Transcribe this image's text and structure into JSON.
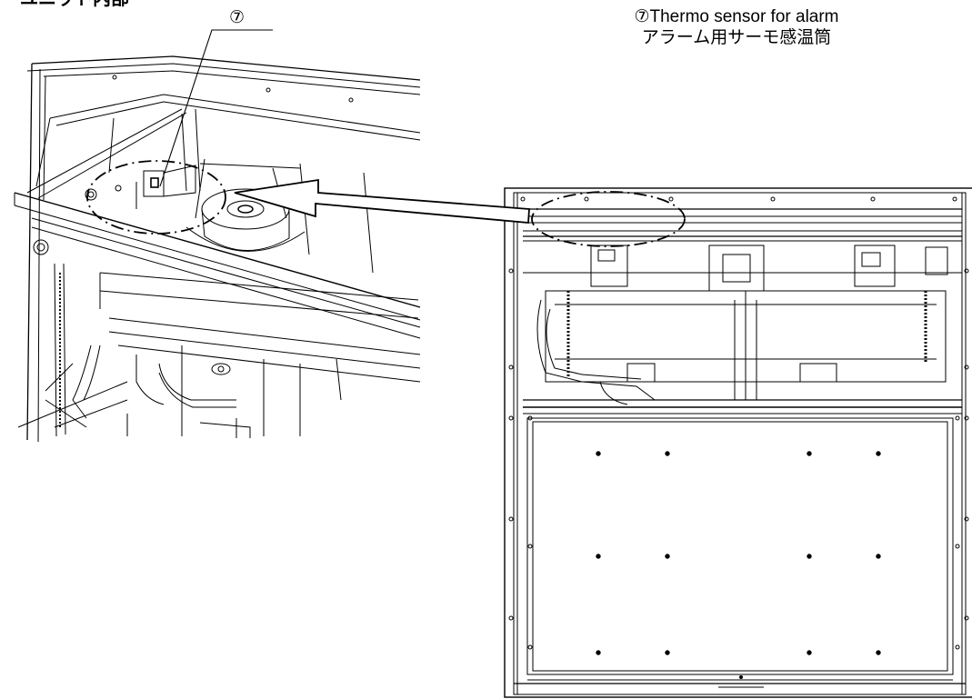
{
  "figure": {
    "title_fragment": "ユニット内部",
    "callout_number": "⑦",
    "caption": {
      "english": "⑦Thermo sensor for alarm",
      "japanese": "アラーム用サーモ感温筒"
    }
  }
}
